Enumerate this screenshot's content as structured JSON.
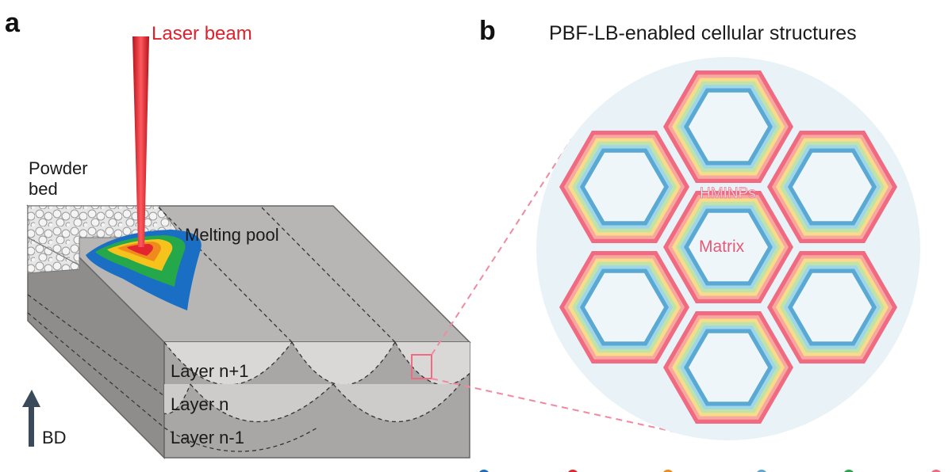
{
  "panel_a": {
    "letter": "a",
    "laser_label": "Laser beam",
    "powder_label_line1": "Powder",
    "powder_label_line2": "bed",
    "melting_label": "Melting pool",
    "layers": [
      "Layer n+1",
      "Layer n",
      "Layer n-1"
    ],
    "bd_label": "BD"
  },
  "panel_b": {
    "letter": "b",
    "title": "PBF-LB-enabled cellular structures",
    "hmnps_label": "HMINPs",
    "matrix_label": "Matrix"
  },
  "colors": {
    "laser": "#e3262d",
    "block_top": "#b8b6b4",
    "block_front": "#a9a7a5",
    "block_side": "#8f8d8b",
    "pool_blue": "#1a6fc4",
    "pool_green": "#25a84a",
    "pool_yellow": "#f6c21c",
    "pool_orange": "#f08a1e",
    "pool_red": "#e3262d",
    "circle_bg": "#e9f3f7",
    "hex_outer": "#f06a82",
    "hex_inner": "#5aa9d4",
    "zoom_line": "#f08aa0",
    "arrow": "#3b4a5a"
  },
  "icons": {
    "bd_arrow": "arrow-up-icon"
  }
}
